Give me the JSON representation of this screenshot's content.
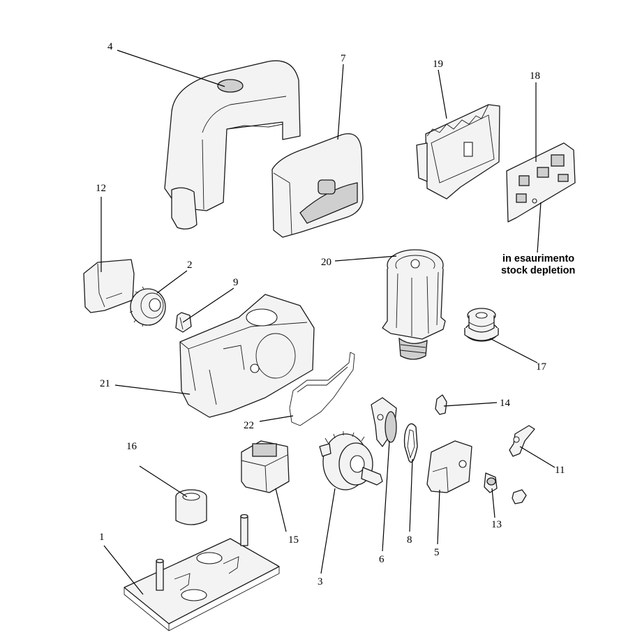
{
  "diagram": {
    "callouts": {
      "c1": "1",
      "c2": "2",
      "c3": "3",
      "c4": "4",
      "c5": "5",
      "c6": "6",
      "c7": "7",
      "c8": "8",
      "c9": "9",
      "c11": "11",
      "c12": "12",
      "c13": "13",
      "c14": "14",
      "c15": "15",
      "c16": "16",
      "c17": "17",
      "c18": "18",
      "c19": "19",
      "c20": "20",
      "c21": "21",
      "c22": "22"
    },
    "note": {
      "line1": "in esaurimento",
      "line2": "stock depletion"
    }
  }
}
